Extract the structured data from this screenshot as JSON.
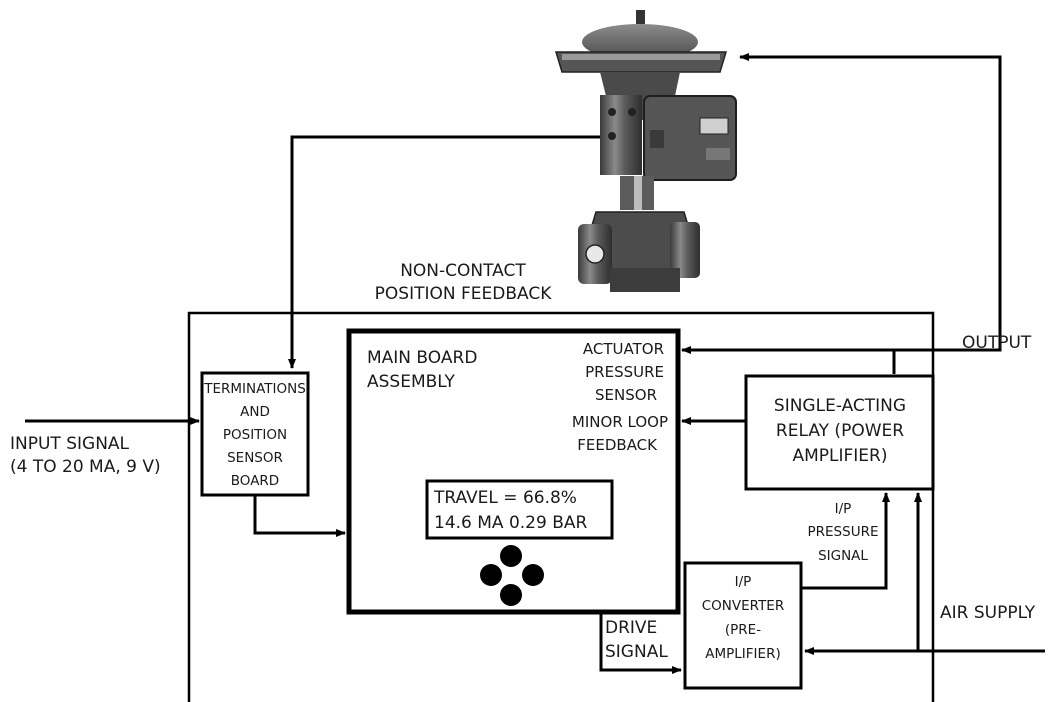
{
  "diagram": {
    "labels": {
      "non_contact": [
        "NON-CONTACT",
        "POSITION FEEDBACK"
      ],
      "output": "OUTPUT",
      "input_signal": [
        "INPUT SIGNAL",
        "(4 TO 20 MA, 9 V)"
      ],
      "air_supply": "AIR SUPPLY",
      "drive_signal": [
        "DRIVE",
        "SIGNAL"
      ],
      "ip_pressure_signal": [
        "I/P",
        "PRESSURE",
        "SIGNAL"
      ]
    },
    "terminations_box": [
      "TERMINATIONS",
      "AND",
      "POSITION",
      "SENSOR",
      "BOARD"
    ],
    "main_board": {
      "title": [
        "MAIN BOARD",
        "ASSEMBLY"
      ],
      "actuator_sensor": [
        "ACTUATOR",
        "PRESSURE",
        "SENSOR"
      ],
      "minor_loop": [
        "MINOR LOOP",
        "FEEDBACK"
      ],
      "display": [
        "TRAVEL = 66.8%",
        "14.6 MA 0.29 BAR"
      ],
      "keypad_icon": "four-dot-keypad"
    },
    "relay_box": [
      "SINGLE-ACTING",
      "RELAY (POWER",
      "AMPLIFIER)"
    ],
    "converter_box": [
      "I/P",
      "CONVERTER",
      "(PRE-",
      "AMPLIFIER)"
    ],
    "valve_image": "control-valve-with-positioner"
  }
}
